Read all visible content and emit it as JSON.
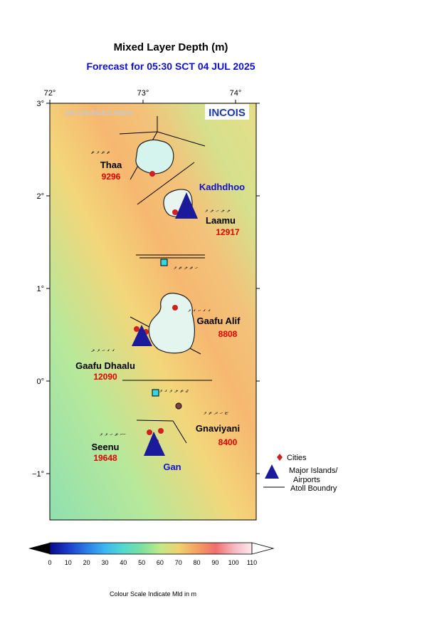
{
  "header": {
    "title": "Mixed Layer Depth (m)",
    "subtitle": "Forecast for  05:30 SCT 04 JUL 2025"
  },
  "map": {
    "watermark": "INCOIS/MoES,INDIA",
    "logo_text": "INCOIS",
    "lon_labels": [
      "72°",
      "73°",
      "74°"
    ],
    "lat_labels": [
      "3°",
      "2°",
      "1°",
      "0°",
      "−1°"
    ],
    "atolls": [
      {
        "name": "Thaa",
        "count": "9296"
      },
      {
        "name": "Laamu",
        "count": "12917"
      },
      {
        "name": "Gaafu Alif",
        "count": "8808"
      },
      {
        "name": "Gaafu Dhaalu",
        "count": "12090"
      },
      {
        "name": "Gnaviyani",
        "count": "8400"
      },
      {
        "name": "Seenu",
        "count": "19648"
      }
    ],
    "airports": [
      {
        "name": "Kadhdhoo"
      },
      {
        "name": "Gan"
      }
    ],
    "colors": {
      "label": "#000000",
      "count": "#e00000",
      "airport": "#1010d0",
      "city": "#d02020"
    }
  },
  "legend": {
    "cities": "Cities",
    "islands_line1": "Major Islands/",
    "islands_line2": "Airports",
    "boundary": "Atoll Boundry"
  },
  "colorbar": {
    "ticks": [
      "0",
      "10",
      "20",
      "30",
      "40",
      "50",
      "60",
      "70",
      "80",
      "90",
      "100",
      "110"
    ],
    "caption": "Colour Scale Indicate Mld in m"
  }
}
